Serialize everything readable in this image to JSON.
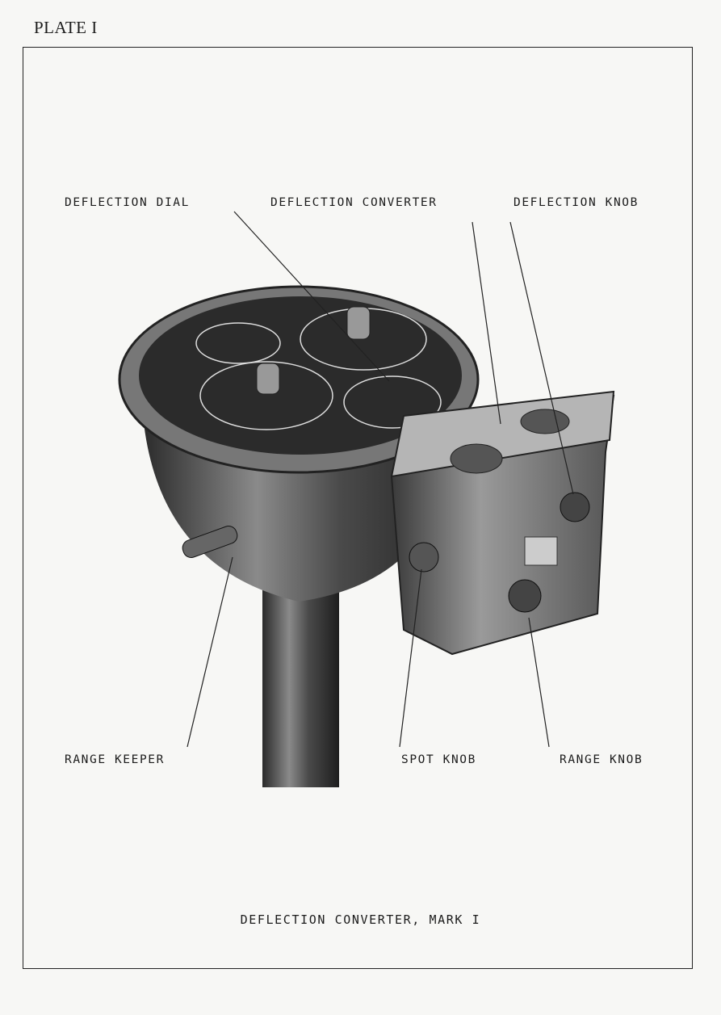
{
  "plate_label": "PLATE I",
  "labels": {
    "deflection_dial": "DEFLECTION DIAL",
    "deflection_converter": "DEFLECTION CONVERTER",
    "deflection_knob": "DEFLECTION KNOB",
    "range_keeper": "RANGE KEEPER",
    "spot_knob": "SPOT KNOB",
    "range_knob": "RANGE KNOB"
  },
  "caption": "DEFLECTION CONVERTER, MARK I"
}
